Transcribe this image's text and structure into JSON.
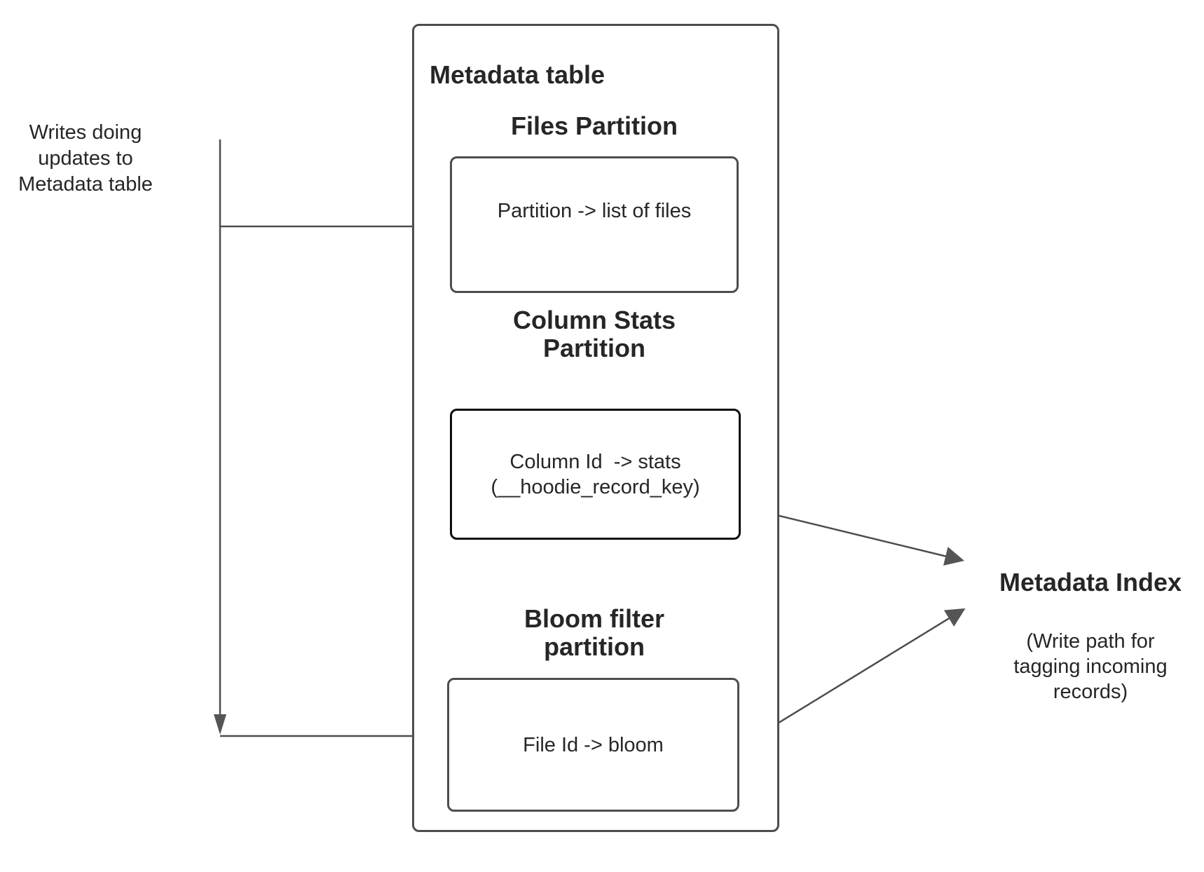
{
  "notes": {
    "writes": "Writes doing\nupdates to\nMetadata table"
  },
  "metadata_table": {
    "title": "Metadata table",
    "sections": [
      {
        "heading": "Files Partition",
        "box_text": "Partition -> list of files"
      },
      {
        "heading": "Column Stats\nPartition",
        "box_text": "Column Id  -> stats\n(__hoodie_record_key)"
      },
      {
        "heading": "Bloom filter\npartition",
        "box_text": "File Id -> bloom"
      }
    ]
  },
  "metadata_index": {
    "title": "Metadata Index",
    "subtitle": "(Write path for\ntagging incoming\nrecords)"
  },
  "colors": {
    "background": "#ffffff",
    "line": "#4d4d4d",
    "arrowhead": "#555555",
    "box_border": "#4d4d4d",
    "emphasis_box_border": "#0d0d0d",
    "text": "#262626"
  }
}
